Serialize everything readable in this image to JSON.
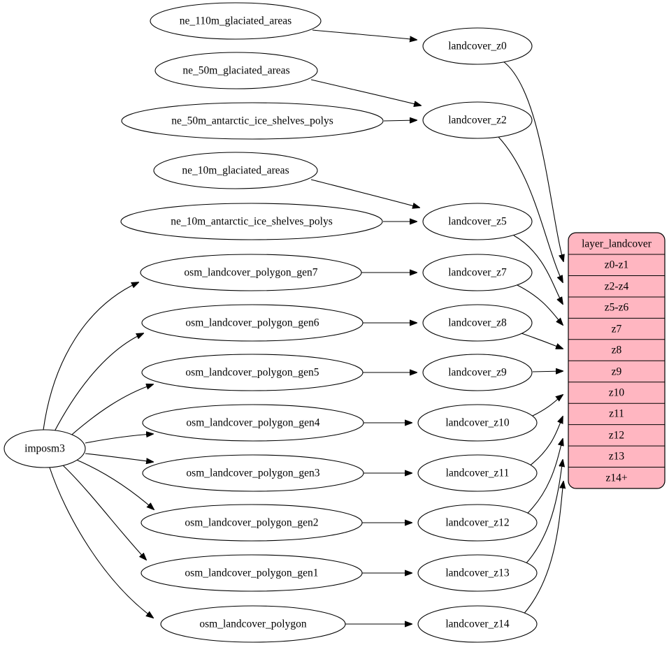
{
  "diagram": {
    "kind": "graphviz-flow-diagram",
    "colors": {
      "background": "#ffffff",
      "node_fill": "#ffffff",
      "node_stroke": "#000000",
      "edge_stroke": "#000000",
      "record_fill": "#ffb6c1"
    }
  },
  "nodes": {
    "importer": {
      "label": "imposm3"
    },
    "sources": [
      {
        "label": "ne_110m_glaciated_areas"
      },
      {
        "label": "ne_50m_glaciated_areas"
      },
      {
        "label": "ne_50m_antarctic_ice_shelves_polys"
      },
      {
        "label": "ne_10m_glaciated_areas"
      },
      {
        "label": "ne_10m_antarctic_ice_shelves_polys"
      },
      {
        "label": "osm_landcover_polygon_gen7"
      },
      {
        "label": "osm_landcover_polygon_gen6"
      },
      {
        "label": "osm_landcover_polygon_gen5"
      },
      {
        "label": "osm_landcover_polygon_gen4"
      },
      {
        "label": "osm_landcover_polygon_gen3"
      },
      {
        "label": "osm_landcover_polygon_gen2"
      },
      {
        "label": "osm_landcover_polygon_gen1"
      },
      {
        "label": "osm_landcover_polygon"
      }
    ],
    "intermediates": [
      {
        "label": "landcover_z0"
      },
      {
        "label": "landcover_z2"
      },
      {
        "label": "landcover_z5"
      },
      {
        "label": "landcover_z7"
      },
      {
        "label": "landcover_z8"
      },
      {
        "label": "landcover_z9"
      },
      {
        "label": "landcover_z10"
      },
      {
        "label": "landcover_z11"
      },
      {
        "label": "landcover_z12"
      },
      {
        "label": "landcover_z13"
      },
      {
        "label": "landcover_z14"
      }
    ],
    "record": {
      "title": "layer_landcover",
      "rows": [
        "z0-z1",
        "z2-z4",
        "z5-z6",
        "z7",
        "z8",
        "z9",
        "z10",
        "z11",
        "z12",
        "z13",
        "z14+"
      ]
    }
  },
  "edges": [
    {
      "from": "ne_110m_glaciated_areas",
      "to": "landcover_z0"
    },
    {
      "from": "ne_50m_glaciated_areas",
      "to": "landcover_z2"
    },
    {
      "from": "ne_50m_antarctic_ice_shelves_polys",
      "to": "landcover_z2"
    },
    {
      "from": "ne_10m_glaciated_areas",
      "to": "landcover_z5"
    },
    {
      "from": "ne_10m_antarctic_ice_shelves_polys",
      "to": "landcover_z5"
    },
    {
      "from": "imposm3",
      "to": "osm_landcover_polygon_gen7"
    },
    {
      "from": "imposm3",
      "to": "osm_landcover_polygon_gen6"
    },
    {
      "from": "imposm3",
      "to": "osm_landcover_polygon_gen5"
    },
    {
      "from": "imposm3",
      "to": "osm_landcover_polygon_gen4"
    },
    {
      "from": "imposm3",
      "to": "osm_landcover_polygon_gen3"
    },
    {
      "from": "imposm3",
      "to": "osm_landcover_polygon_gen2"
    },
    {
      "from": "imposm3",
      "to": "osm_landcover_polygon_gen1"
    },
    {
      "from": "imposm3",
      "to": "osm_landcover_polygon"
    },
    {
      "from": "osm_landcover_polygon_gen7",
      "to": "landcover_z7"
    },
    {
      "from": "osm_landcover_polygon_gen6",
      "to": "landcover_z8"
    },
    {
      "from": "osm_landcover_polygon_gen5",
      "to": "landcover_z9"
    },
    {
      "from": "osm_landcover_polygon_gen4",
      "to": "landcover_z10"
    },
    {
      "from": "osm_landcover_polygon_gen3",
      "to": "landcover_z11"
    },
    {
      "from": "osm_landcover_polygon_gen2",
      "to": "landcover_z12"
    },
    {
      "from": "osm_landcover_polygon_gen1",
      "to": "landcover_z13"
    },
    {
      "from": "osm_landcover_polygon",
      "to": "landcover_z14"
    },
    {
      "from": "landcover_z0",
      "to": "layer_landcover.z0-z1"
    },
    {
      "from": "landcover_z2",
      "to": "layer_landcover.z2-z4"
    },
    {
      "from": "landcover_z5",
      "to": "layer_landcover.z5-z6"
    },
    {
      "from": "landcover_z7",
      "to": "layer_landcover.z7"
    },
    {
      "from": "landcover_z8",
      "to": "layer_landcover.z8"
    },
    {
      "from": "landcover_z9",
      "to": "layer_landcover.z9"
    },
    {
      "from": "landcover_z10",
      "to": "layer_landcover.z10"
    },
    {
      "from": "landcover_z11",
      "to": "layer_landcover.z11"
    },
    {
      "from": "landcover_z12",
      "to": "layer_landcover.z12"
    },
    {
      "from": "landcover_z13",
      "to": "layer_landcover.z13"
    },
    {
      "from": "landcover_z14",
      "to": "layer_landcover.z14+"
    }
  ]
}
